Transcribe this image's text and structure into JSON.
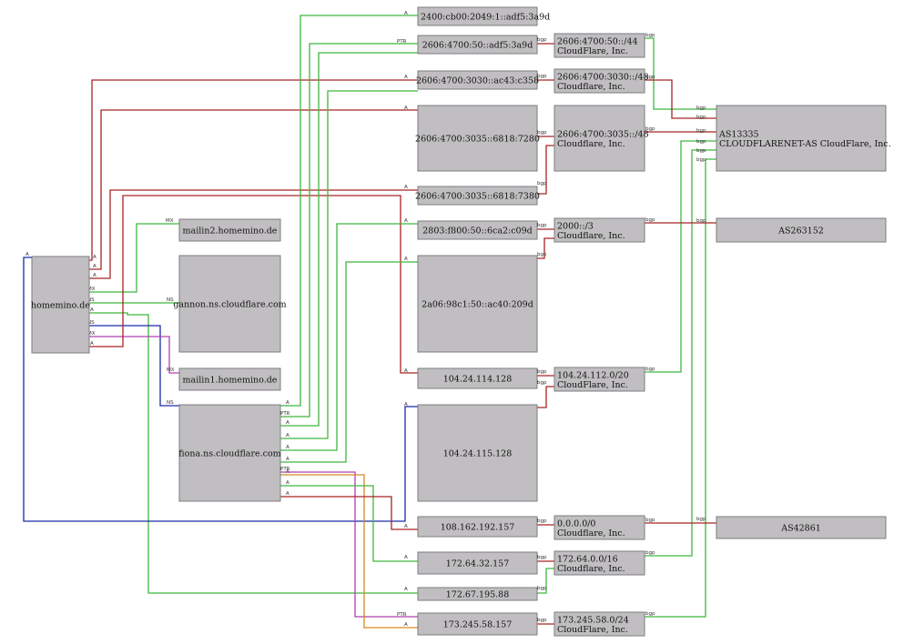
{
  "colors": {
    "A": "#3fb63f",
    "bgp": "#a82424",
    "NS": "#1a2aa8",
    "MX": "#b040b0",
    "PTR": "#d58a22",
    "node_fill": "#c0bec0"
  },
  "nodes": {
    "homemino": "homemino.de",
    "mailin2": "mailin2.homemino.de",
    "gannon": "gannon.ns.cloudflare.com",
    "mailin1": "mailin1.homemino.de",
    "fiona": "fiona.ns.cloudflare.com",
    "ip_2400_adf5": "2400:cb00:2049:1::adf5:3a9d",
    "ip_4700_50_adf5": "2606:4700:50::adf5:3a9d",
    "ip_4700_3030": "2606:4700:3030::ac43:c358",
    "ip_3035_7280": "2606:4700:3035::6818:7280",
    "ip_3035_7380": "2606:4700:3035::6818:7380",
    "ip_2803": "2803:f800:50::6ca2:c09d",
    "ip_2a06": "2a06:98c1:50::ac40:209d",
    "ip_104_114": "104.24.114.128",
    "ip_104_115": "104.24.115.128",
    "ip_108": "108.162.192.157",
    "ip_172_64": "172.64.32.157",
    "ip_172_67": "172.67.195.88",
    "ip_173": "173.245.58.157",
    "pfx_4700_50": [
      "2606:4700:50::/44",
      "CloudFlare, Inc."
    ],
    "pfx_4700_3030": [
      "2606:4700:3030::/48",
      "Cloudflare, Inc."
    ],
    "pfx_4700_3035": [
      "2606:4700:3035::/48",
      "Cloudflare, Inc."
    ],
    "pfx_2000": [
      "2000::/3",
      "Cloudflare, Inc."
    ],
    "pfx_104": [
      "104.24.112.0/20",
      "CloudFlare, Inc."
    ],
    "pfx_0": [
      "0.0.0.0/0",
      "Cloudflare, Inc."
    ],
    "pfx_172": [
      "172.64.0.0/16",
      "Cloudflare, Inc."
    ],
    "pfx_173": [
      "173.245.58.0/24",
      "CloudFlare, Inc."
    ],
    "as13335": [
      "AS13335",
      "CLOUDFLARENET-AS CloudFlare, Inc."
    ],
    "as263152": "AS263152",
    "as42861": "AS42861"
  },
  "edge_labels": {
    "a": "A",
    "ns": "NS",
    "mx": "MX",
    "ptr": "PTR",
    "bgp": "bgp"
  }
}
